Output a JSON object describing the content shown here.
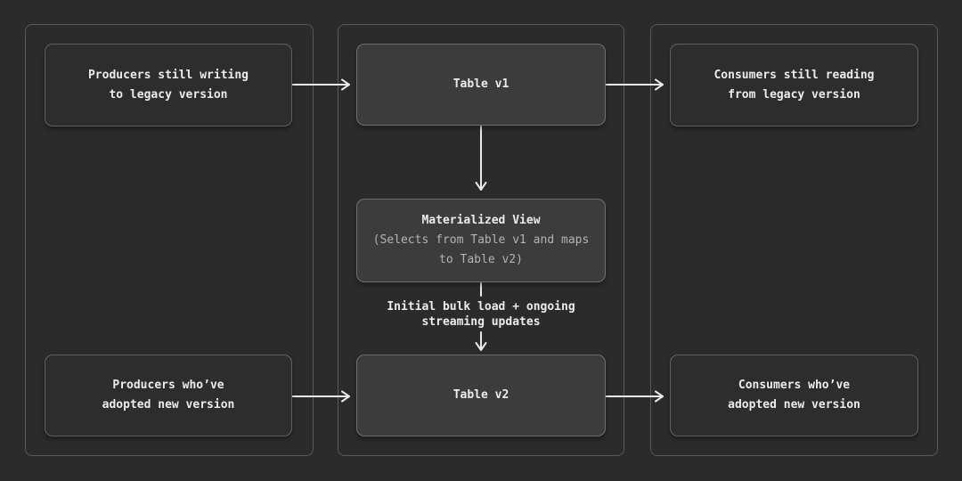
{
  "colors": {
    "bg": "#2b2b2b",
    "panel_border": "#585858",
    "side_box_bg": "#2d2d2d",
    "side_box_border": "#616161",
    "mid_box_bg": "#3c3c3c",
    "mid_box_border": "#6f6f6f",
    "text_primary": "#ececec",
    "text_secondary": "#b3b3b3",
    "arrow": "#e9e9e9"
  },
  "nodes": {
    "producers_legacy": {
      "label": "Producers still writing\nto legacy version"
    },
    "table_v1": {
      "label": "Table v1"
    },
    "consumers_legacy": {
      "label": "Consumers still reading\nfrom legacy version"
    },
    "materialized_view": {
      "title": "Materialized View",
      "subtitle": "(Selects from Table v1 and maps\nto Table v2)"
    },
    "producers_new": {
      "label": "Producers who’ve\nadopted new version"
    },
    "table_v2": {
      "label": "Table v2"
    },
    "consumers_new": {
      "label": "Consumers who’ve\nadopted new version"
    }
  },
  "edges": [
    {
      "from": "producers_legacy",
      "to": "table_v1",
      "label": ""
    },
    {
      "from": "table_v1",
      "to": "consumers_legacy",
      "label": ""
    },
    {
      "from": "table_v1",
      "to": "materialized_view",
      "label": ""
    },
    {
      "from": "materialized_view",
      "to": "table_v2",
      "label": "Initial bulk load + ongoing\nstreaming updates"
    },
    {
      "from": "producers_new",
      "to": "table_v2",
      "label": ""
    },
    {
      "from": "table_v2",
      "to": "consumers_new",
      "label": ""
    }
  ]
}
